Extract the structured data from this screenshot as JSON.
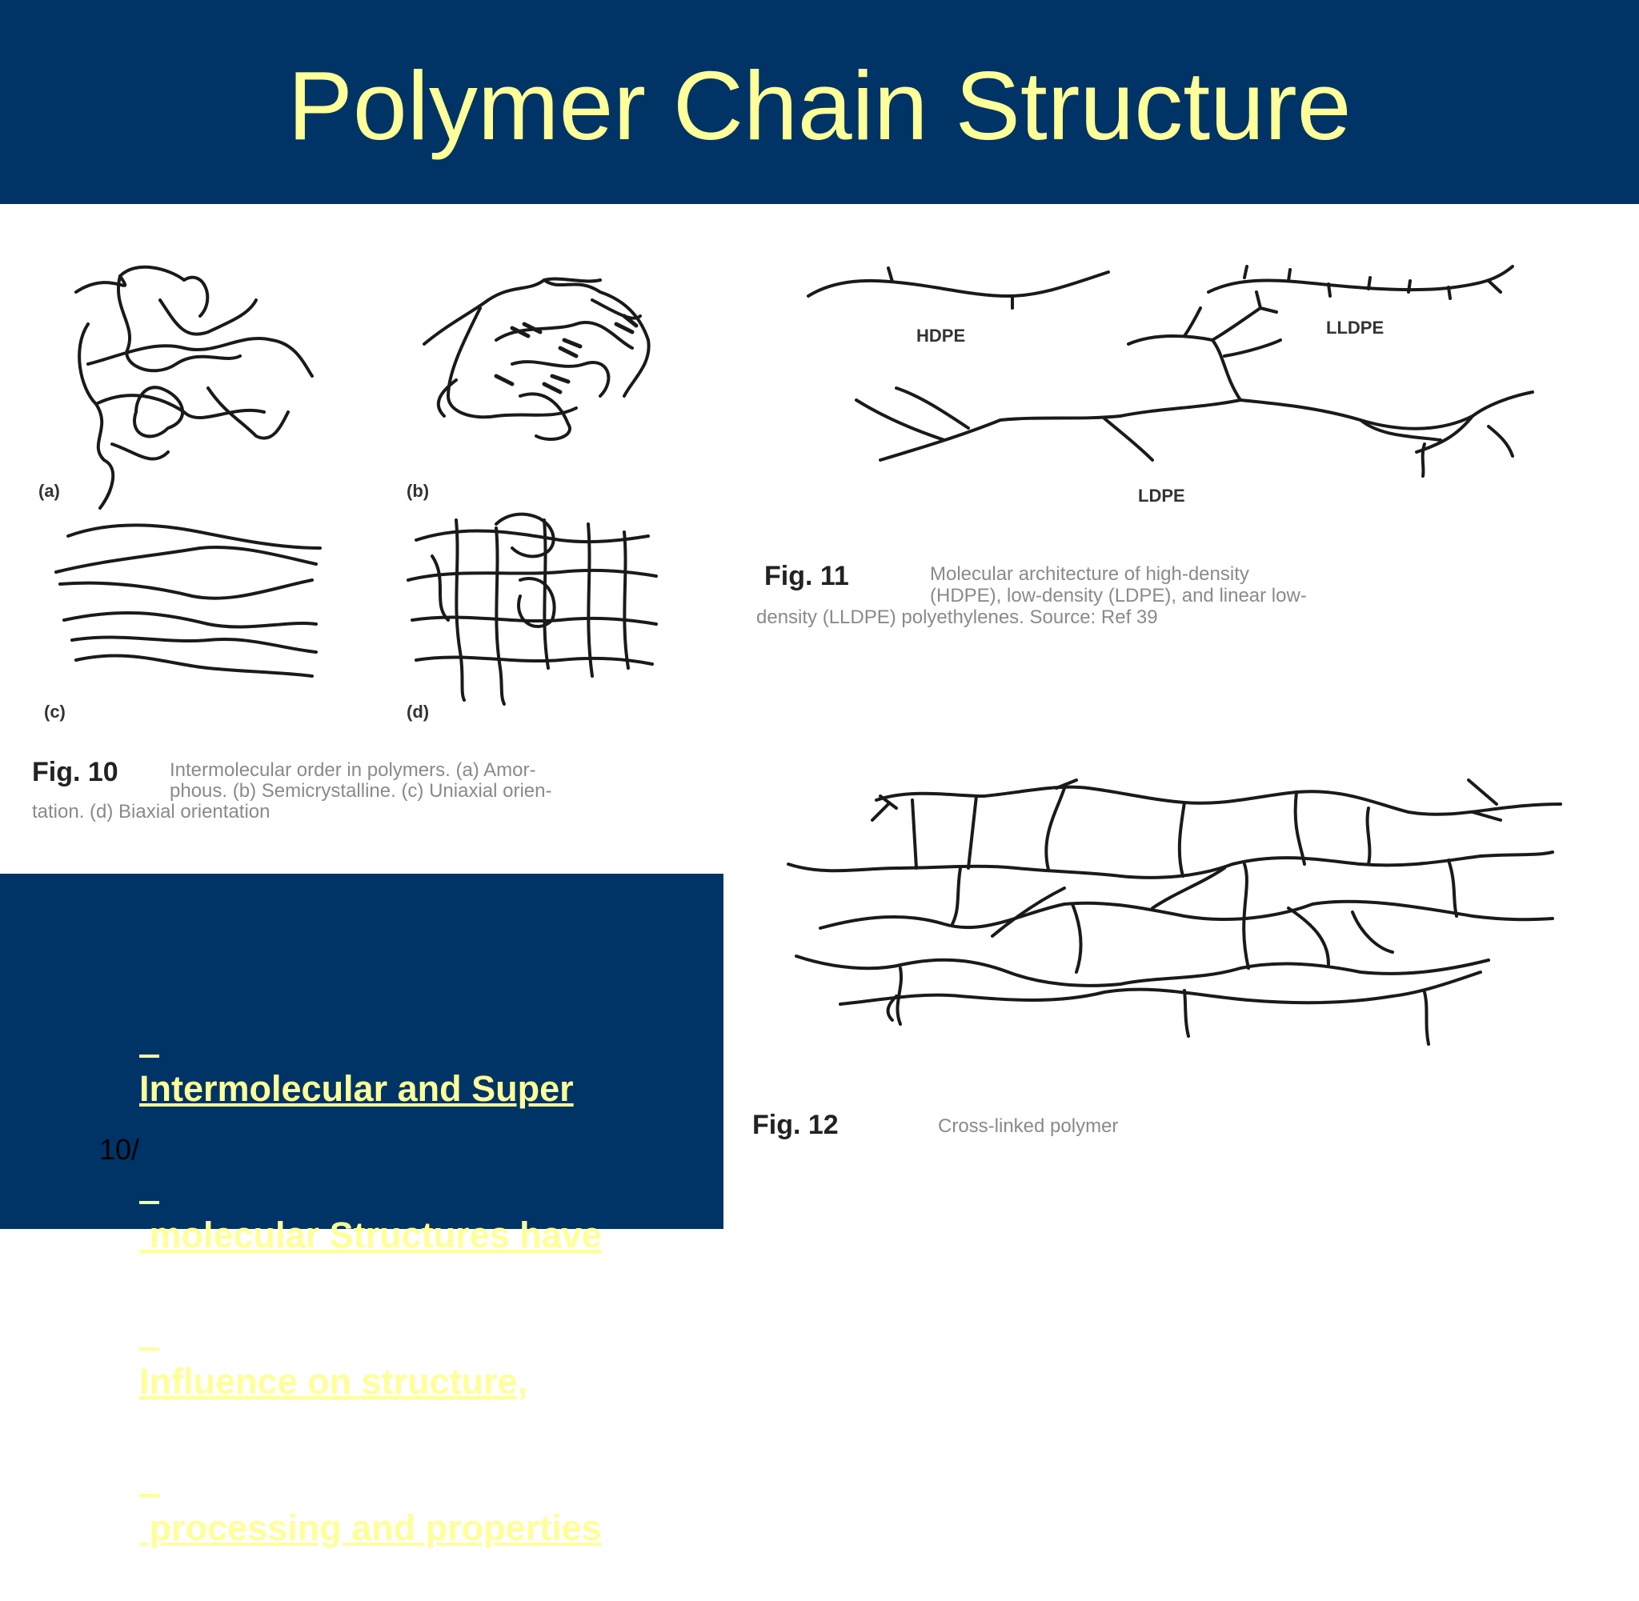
{
  "slide": {
    "title": "Polymer Chain Structure",
    "note_lines": [
      "Intermolecular and Super",
      " molecular Structures have",
      "Influence on structure,",
      " processing and properties"
    ],
    "slide_number": "10/",
    "colors": {
      "band": "#003366",
      "title_text": "#ffff99",
      "note_text": "#ffff99",
      "background": "#ffffff"
    }
  },
  "figures": {
    "fig10": {
      "label": "Fig. 10",
      "caption_lines": [
        "Intermolecular order in polymers. (a) Amor-",
        "phous. (b) Semicrystalline. (c) Uniaxial orien-",
        "tation. (d) Biaxial orientation"
      ],
      "panels": [
        "(a)",
        "(b)",
        "(c)",
        "(d)"
      ]
    },
    "fig11": {
      "label": "Fig. 11",
      "caption_lines": [
        "Molecular architecture of high-density",
        "(HDPE), low-density (LDPE), and linear low-",
        "density (LLDPE) polyethylenes. Source: Ref 39"
      ],
      "chain_labels": [
        "HDPE",
        "LLDPE",
        "LDPE"
      ]
    },
    "fig12": {
      "label": "Fig. 12",
      "caption": "Cross-linked polymer"
    }
  }
}
